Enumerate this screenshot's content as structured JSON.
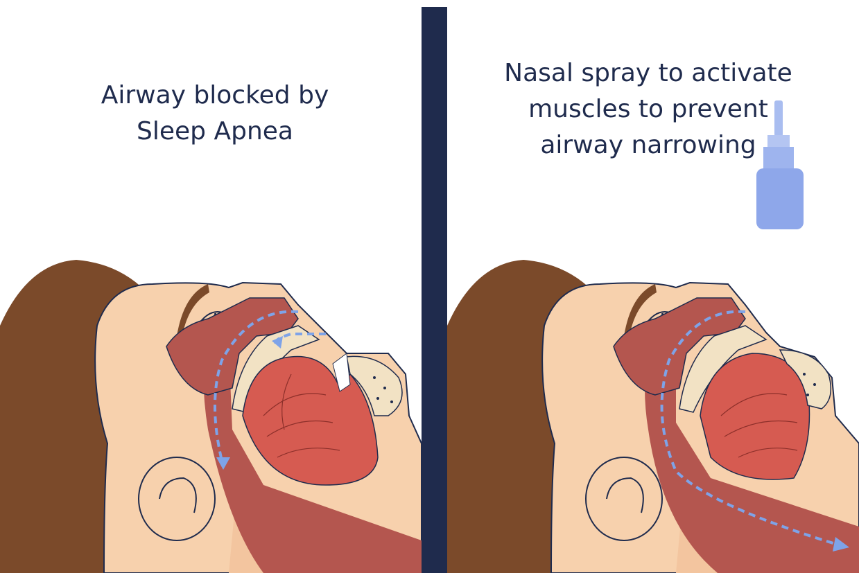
{
  "left_panel": {
    "caption_lines": [
      "Airway blocked by",
      "Sleep Apnea"
    ]
  },
  "right_panel": {
    "caption_lines": [
      "Nasal spray to activate",
      "muscles to prevent",
      "airway narrowing"
    ]
  },
  "colors": {
    "divider": "#1f2b4d",
    "text": "#1f2b4d",
    "hair": "#7b4a2a",
    "skin": "#f7d1ad",
    "tissue": "#b4564f",
    "tongue": "#d65b51",
    "bone": "#f2e2c4",
    "airflow": "#7ea3e8",
    "spray_bottle": "#8ea7ea"
  },
  "icons": [
    "head-profile-illustration",
    "nasal-spray-bottle-icon",
    "airflow-arrow"
  ]
}
